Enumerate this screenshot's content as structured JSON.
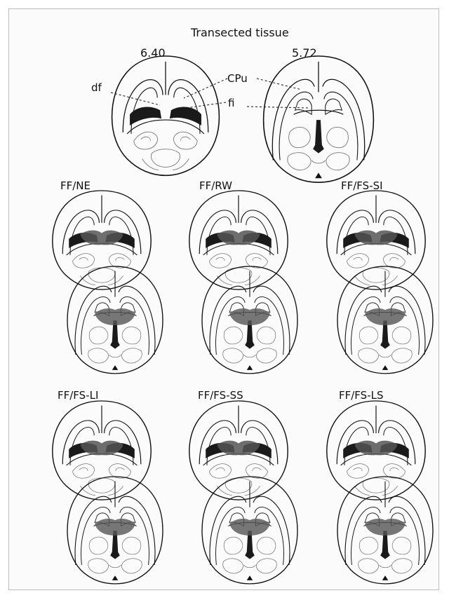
{
  "figure": {
    "title": "Transected tissue",
    "coords": [
      "6.40",
      "5.72"
    ],
    "annotations": {
      "df": "df",
      "cpu": "CPu",
      "fi": "fi"
    },
    "groups": [
      "FF/NE",
      "FF/RW",
      "FF/FS-SI",
      "FF/FS-LI",
      "FF/FS-SS",
      "FF/FS-LS"
    ],
    "colors": {
      "line": "#111111",
      "lesion": "#555555",
      "dark": "#1a1a1a"
    }
  }
}
